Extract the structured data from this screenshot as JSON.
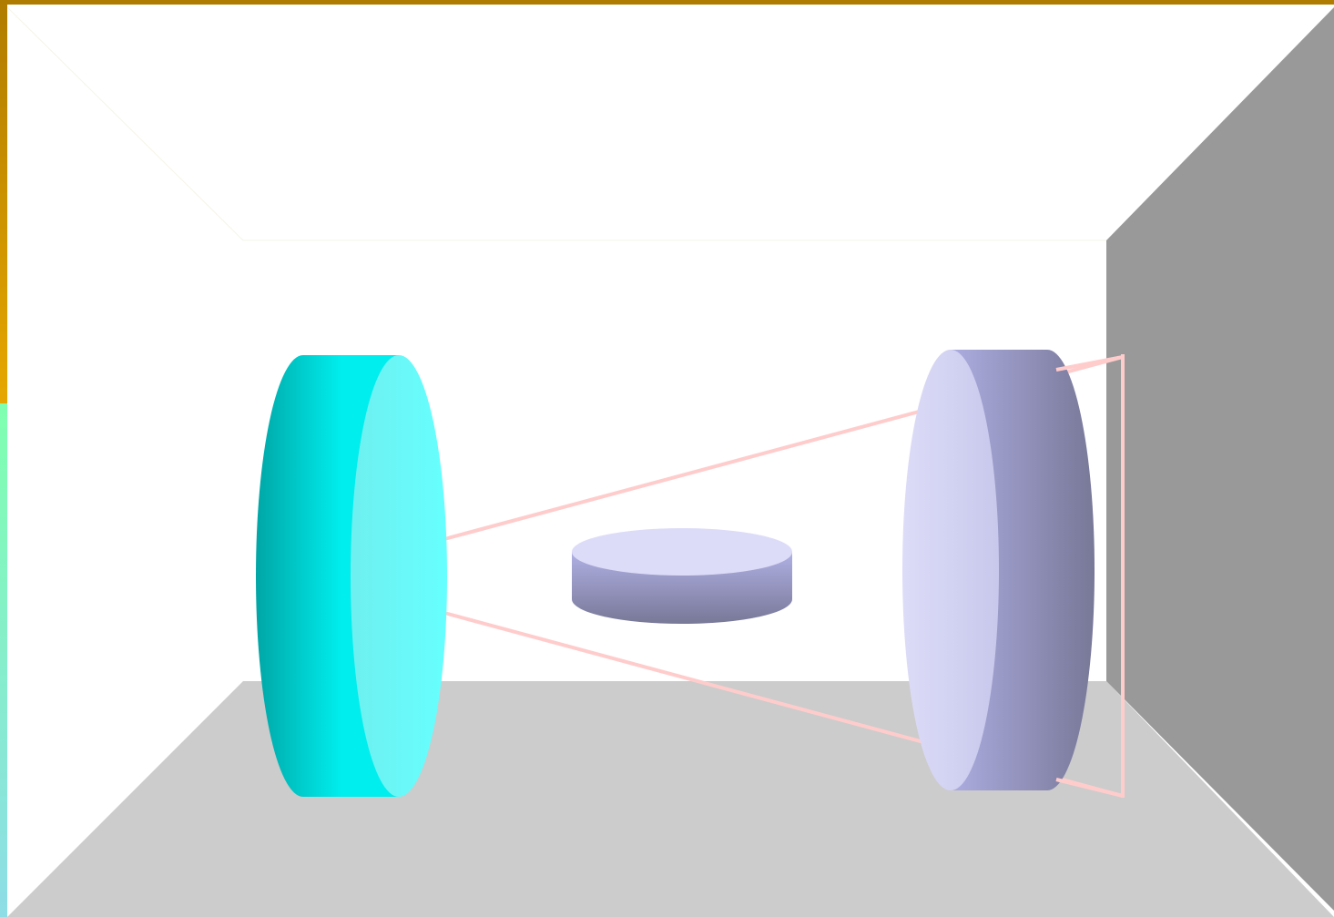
{
  "colors": {
    "frame_top": "#B07C00",
    "frame_left_top": "#E6A700",
    "frame_left_bottom": "#8DDDE6",
    "wall_back": "#FFFFFF",
    "ceiling": "#FFFFFF",
    "floor": "#CCCCCC",
    "wall_right": "#999999",
    "beam_line": "#FFCCCC",
    "left_disc_face": "#66FFFF",
    "left_disc_side_dark": "#00A6A6",
    "left_disc_side_light": "#00EEEE",
    "right_disc_face": "#DCDCF8",
    "right_disc_side_light": "#ACACE0",
    "right_disc_side_dark": "#787898",
    "middle_puck_top": "#DCDCF8",
    "middle_puck_side_dark": "#787898"
  },
  "scene": {
    "objects": [
      "left-cyan-disc",
      "middle-lavender-puck",
      "right-lavender-disc",
      "pink-beam-frustum"
    ]
  }
}
